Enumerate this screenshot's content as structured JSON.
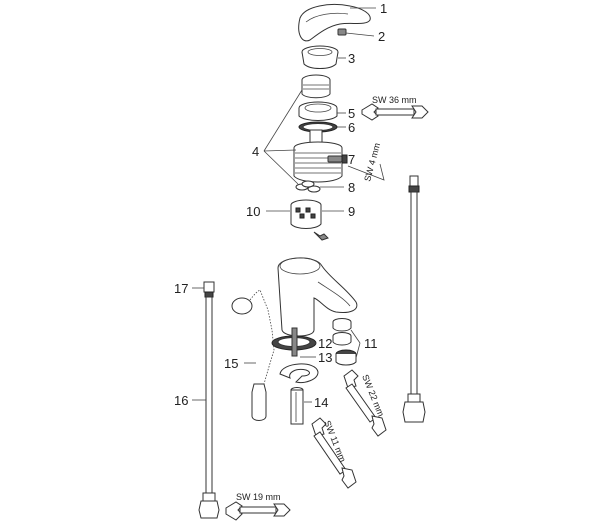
{
  "parts": [
    "1",
    "2",
    "3",
    "4",
    "5",
    "6",
    "7",
    "8",
    "9",
    "10",
    "11",
    "12",
    "13",
    "14",
    "15",
    "16",
    "17"
  ],
  "tools": {
    "sw36": "SW 36 mm",
    "sw4": "SW 4 mm",
    "sw22": "SW 22 mm",
    "sw11": "SW 11 mm",
    "sw19": "SW 19 mm"
  }
}
